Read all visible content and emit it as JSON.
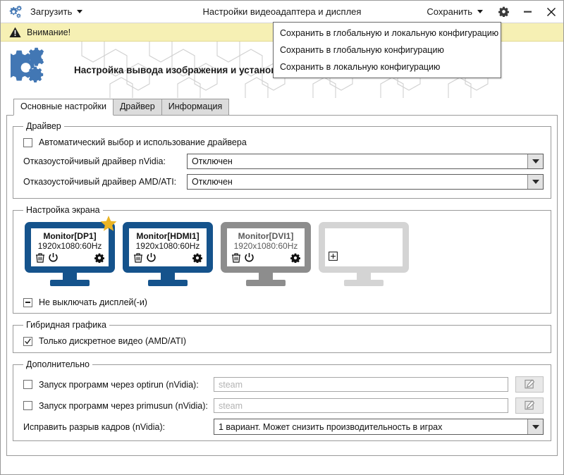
{
  "window": {
    "title": "Настройки видеоадаптера и дисплея",
    "app_icon": "gears-icon",
    "load_menu_label": "Загрузить",
    "save_menu_label": "Сохранить",
    "settings_icon": "gear-icon",
    "minimize_icon": "minimize-icon",
    "close_icon": "close-icon"
  },
  "save_dropdown": {
    "items": [
      {
        "label": "Сохранить в глобальную и локальную конфигурацию"
      },
      {
        "label": "Сохранить в глобальную конфигурацию"
      },
      {
        "label": "Сохранить в локальную конфигурацию"
      }
    ]
  },
  "warning": {
    "icon": "warning-triangle-icon",
    "text": "Внимание!",
    "bg": "#f6f0b4"
  },
  "banner": {
    "logo_icon": "gears-logo-icon",
    "text": "Настройка вывода изображения и установка драйвера видеокарты"
  },
  "tabs": [
    {
      "label": "Основные настройки",
      "active": true
    },
    {
      "label": "Драйвер",
      "active": false
    },
    {
      "label": "Информация",
      "active": false
    }
  ],
  "driver_group": {
    "legend": "Драйвер",
    "auto_checkbox": {
      "label": "Автоматический выбор и использование драйвера",
      "checked": false
    },
    "nvidia_row": {
      "label": "Отказоустойчивый драйвер nVidia:",
      "value": "Отключен"
    },
    "amd_row": {
      "label": "Отказоустойчивый драйвер AMD/ATI:",
      "value": "Отключен"
    }
  },
  "screen_group": {
    "legend": "Настройка экрана",
    "monitors": [
      {
        "name": "Monitor[DP1]",
        "resolution": "1920x1080:60Hz",
        "state": "active",
        "primary": true,
        "icons": [
          "trash-icon",
          "power-icon",
          "gear-icon"
        ]
      },
      {
        "name": "Monitor[HDMI1]",
        "resolution": "1920x1080:60Hz",
        "state": "active",
        "primary": false,
        "icons": [
          "trash-icon",
          "power-icon",
          "gear-icon"
        ]
      },
      {
        "name": "Monitor[DVI1]",
        "resolution": "1920x1080:60Hz",
        "state": "disabled",
        "primary": false,
        "icons": [
          "trash-icon",
          "power-icon",
          "gear-icon"
        ]
      },
      {
        "name": "",
        "resolution": "",
        "state": "empty",
        "primary": false,
        "icons": [
          "plus-box-icon"
        ]
      }
    ],
    "keep_on_checkbox": {
      "label": "Не выключать дисплей(-и)",
      "state": "indeterminate"
    }
  },
  "hybrid_group": {
    "legend": "Гибридная графика",
    "discrete_checkbox": {
      "label": "Только дискретное видео (AMD/ATI)",
      "checked": true
    }
  },
  "extra_group": {
    "legend": "Дополнительно",
    "optirun_row": {
      "label": "Запуск программ через optirun (nVidia):",
      "checked": false,
      "placeholder": "steam",
      "value": "",
      "edit_icon": "pencil-square-icon"
    },
    "primusun_row": {
      "label": "Запуск программ через primusun (nVidia):",
      "checked": false,
      "placeholder": "steam",
      "value": "",
      "edit_icon": "pencil-square-icon"
    },
    "tearfix_row": {
      "label": "Исправить разрыв кадров (nVidia):",
      "value": "1 вариант. Может снизить производительность в играх"
    }
  },
  "colors": {
    "monitor_active": "#15538c",
    "monitor_disabled": "#8d8d8d",
    "monitor_empty": "#d4d4d4",
    "star": "#eab425",
    "warning_bg": "#f6f0b4",
    "logo_blue": "#4277b4"
  }
}
